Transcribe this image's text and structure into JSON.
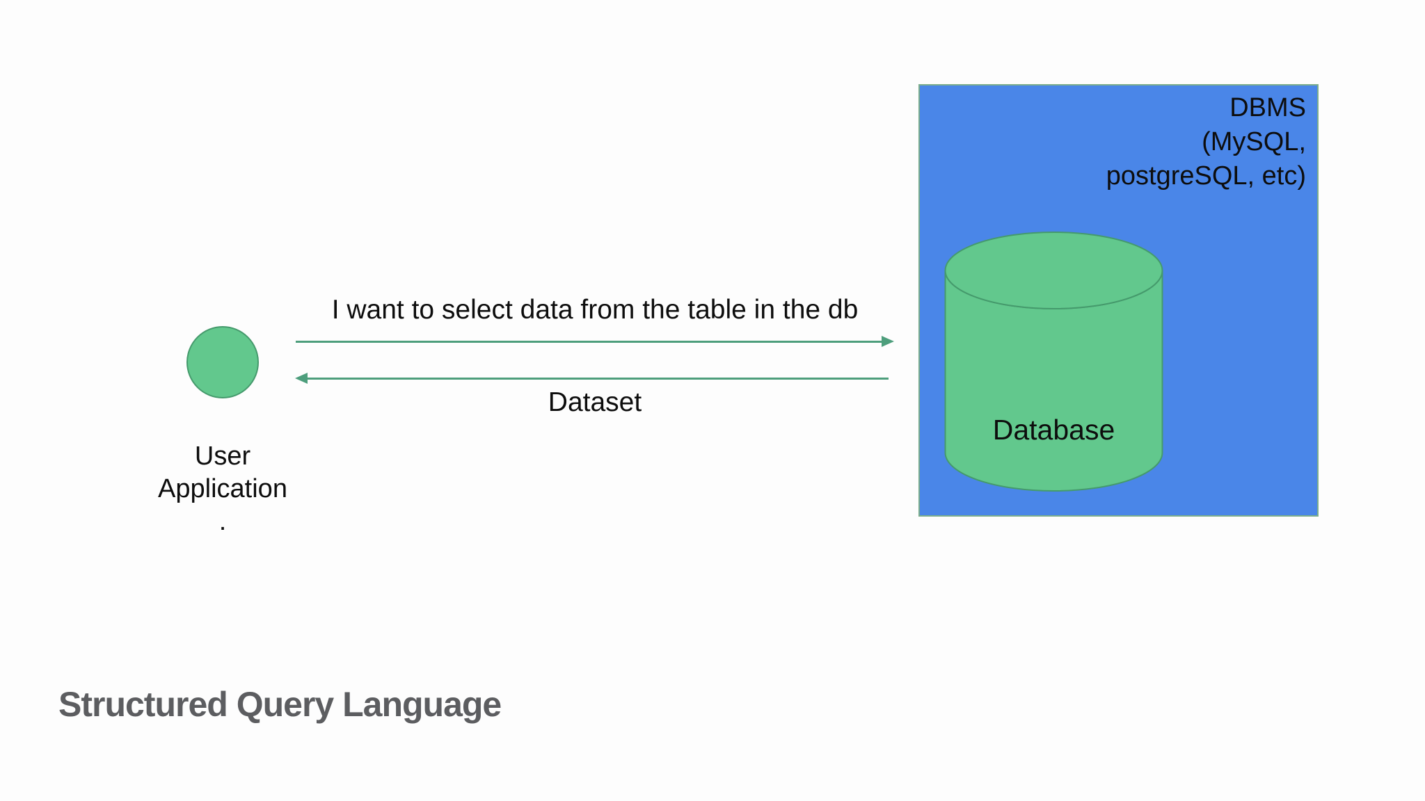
{
  "colors": {
    "background": "#fdfdfd",
    "blue": "#4a86e8",
    "box_border": "#7cae8c",
    "green": "#62c88d",
    "green_stroke": "#459a6c",
    "arrow": "#4d9e7c",
    "label": "#0d0d0d",
    "title": "#5c5d60"
  },
  "title": {
    "text": "Structured Query Language"
  },
  "user_node": {
    "lines": [
      "User",
      "Application",
      "."
    ]
  },
  "request": {
    "label": "I want to select data from the table in the db"
  },
  "response": {
    "label": "Dataset"
  },
  "dbms": {
    "lines": [
      "DBMS",
      "(MySQL,",
      "postgreSQL, etc)"
    ]
  },
  "database": {
    "label": "Database"
  }
}
